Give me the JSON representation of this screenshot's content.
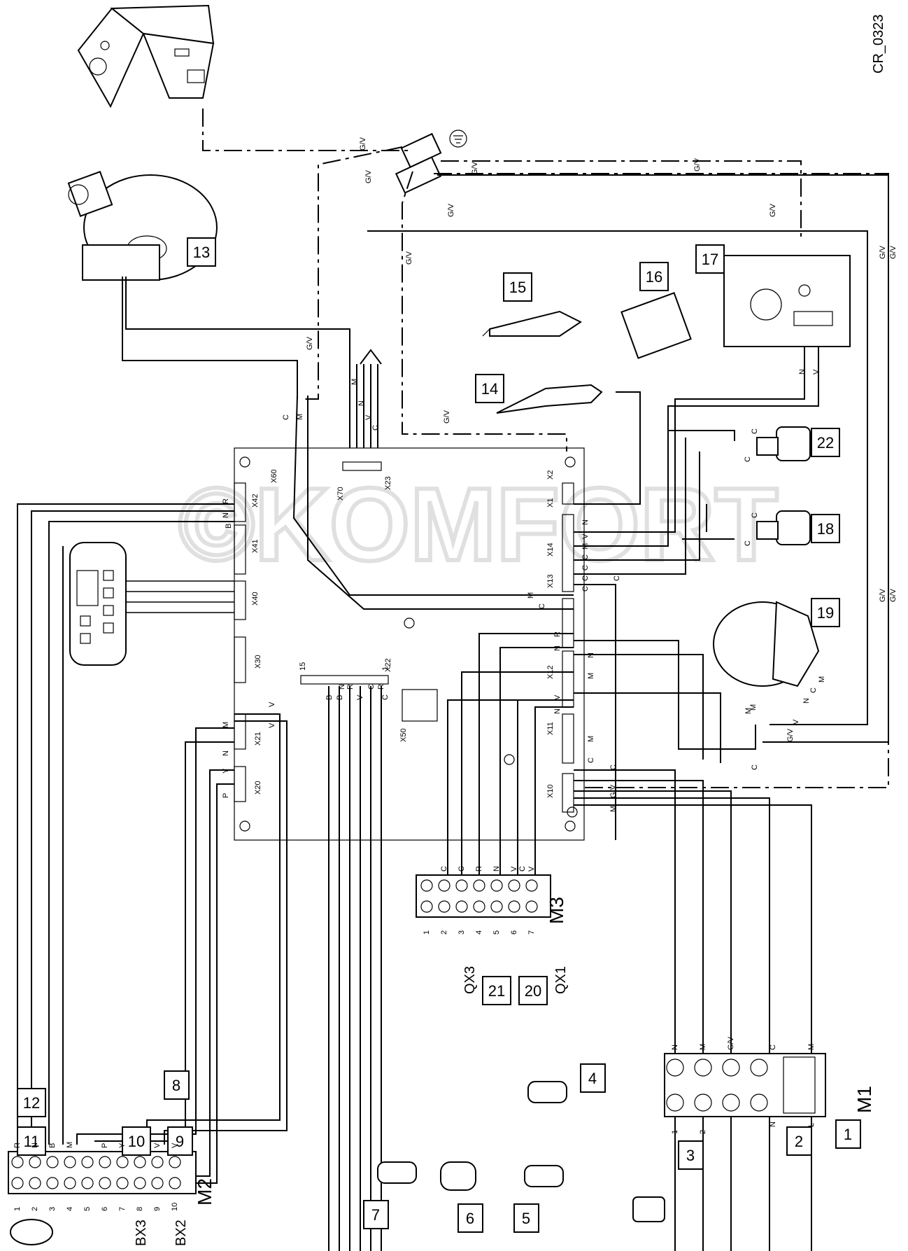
{
  "drawing_code": "CR_0323",
  "watermark": "©KOMFORT",
  "wire_code_gv": "G/V",
  "boxes": [
    "1",
    "2",
    "3",
    "4",
    "5",
    "6",
    "7",
    "8",
    "9",
    "10",
    "11",
    "12",
    "13",
    "14",
    "15",
    "16",
    "17",
    "18",
    "19",
    "20",
    "21",
    "22"
  ],
  "strips": {
    "m1": "M1",
    "m2": "M2",
    "m3": "M3"
  },
  "m2_terminals": [
    "1",
    "2",
    "3",
    "4",
    "5",
    "6",
    "7",
    "8",
    "9",
    "10"
  ],
  "m2_wires": [
    "R",
    "N",
    "B",
    "M",
    "P",
    "Y",
    "V",
    "V"
  ],
  "m3_terminals": [
    "1",
    "2",
    "3",
    "4",
    "5",
    "6",
    "7"
  ],
  "m3_wires": [
    "C",
    "C",
    "R",
    "N",
    "V",
    "C",
    "V"
  ],
  "m1_terminals": [
    "1",
    "2"
  ],
  "m1_wires": [
    "N",
    "M",
    "G/V",
    "C",
    "M"
  ],
  "m1_extra": [
    "N",
    "L"
  ],
  "sensors": {
    "bx3": "BX3",
    "bx2": "BX2",
    "qx3": "QX3",
    "qx1": "QX1"
  },
  "connectors": [
    "X60",
    "X42",
    "X70",
    "X23",
    "X2",
    "X1",
    "X41",
    "X40",
    "X14",
    "X13",
    "X30",
    "X12",
    "X22",
    "X50",
    "X11",
    "X21",
    "X20",
    "X10"
  ],
  "connector_wire_letters": {
    "x42": [
      "R",
      "N",
      "B"
    ],
    "x21": [
      "M",
      "N"
    ],
    "x20": [
      "Y",
      "P"
    ],
    "x20_v": [
      "V",
      "V"
    ],
    "x22": [
      "B",
      "B",
      "N",
      "R",
      "V",
      "C",
      "R",
      "C"
    ],
    "x22_pins": [
      "15",
      "1"
    ],
    "x14": [
      "N",
      "V",
      "M",
      "C",
      "C",
      "C",
      "C"
    ],
    "x13": [
      "C",
      "M"
    ],
    "x12": [
      "R",
      "N",
      "N",
      "M"
    ],
    "x11": [
      "V",
      "N",
      "M",
      "C"
    ],
    "x10": [
      "C",
      "G/V",
      "M"
    ],
    "burner_wires": [
      "C",
      "M",
      "N",
      "V",
      "M",
      "C"
    ],
    "valve_wires": [
      "N",
      "V"
    ],
    "fan_wires": [
      "M",
      "V",
      "N",
      "C",
      "M"
    ],
    "fan_wire_c": "C",
    "ntc_letters": [
      "C",
      "C"
    ],
    "ext_c": [
      "C",
      "C",
      "C",
      "M"
    ]
  }
}
